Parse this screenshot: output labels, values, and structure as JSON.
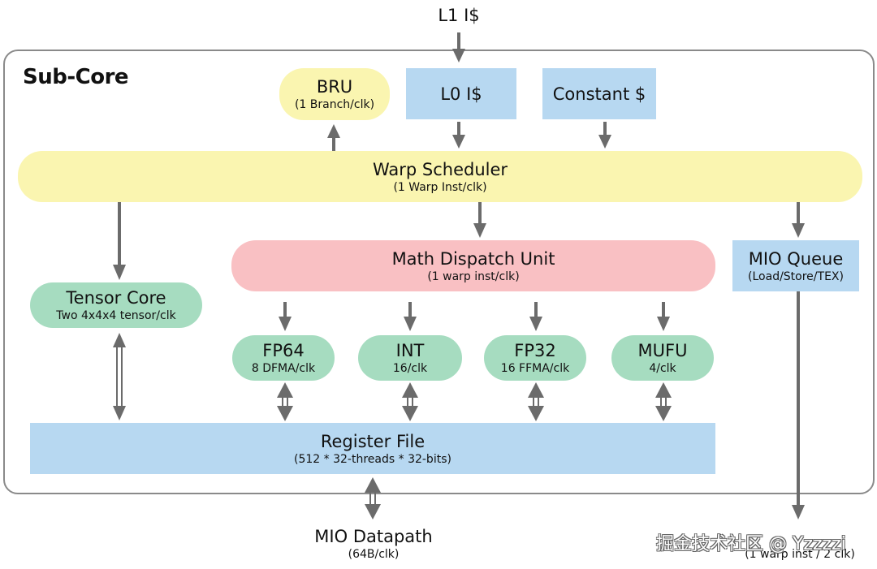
{
  "diagram": {
    "title": "Sub-Core",
    "external": {
      "top_input": {
        "label": "L1 I$"
      },
      "mio_datapath": {
        "label": "MIO Datapath",
        "sub": "(64B/clk)"
      },
      "mio_scheduler": {
        "label": "",
        "sub": "(1 warp inst / 2 clk)"
      }
    },
    "blocks": {
      "bru": {
        "label": "BRU",
        "sub": "(1 Branch/clk)",
        "color": "#faf5b0"
      },
      "l0_icache": {
        "label": "L0 I$",
        "color": "#b7d8f1"
      },
      "constant_cache": {
        "label": "Constant $",
        "color": "#b7d8f1"
      },
      "warp_scheduler": {
        "label": "Warp Scheduler",
        "sub": "(1 Warp Inst/clk)",
        "color": "#faf5b0"
      },
      "math_dispatch": {
        "label": "Math Dispatch Unit",
        "sub": "(1 warp inst/clk)",
        "color": "#f9c0c3"
      },
      "mio_queue": {
        "label": "MIO Queue",
        "sub": "(Load/Store/TEX)",
        "color": "#b7d8f1"
      },
      "tensor_core": {
        "label": "Tensor Core",
        "sub": "Two 4x4x4 tensor/clk",
        "color": "#a6dcc0"
      },
      "fp64": {
        "label": "FP64",
        "sub": "8 DFMA/clk",
        "color": "#a6dcc0"
      },
      "int": {
        "label": "INT",
        "sub": "16/clk",
        "color": "#a6dcc0"
      },
      "fp32": {
        "label": "FP32",
        "sub": "16 FFMA/clk",
        "color": "#a6dcc0"
      },
      "mufu": {
        "label": "MUFU",
        "sub": "4/clk",
        "color": "#a6dcc0"
      },
      "register_file": {
        "label": "Register File",
        "sub": "(512 * 32-threads * 32-bits)",
        "color": "#b7d8f1"
      }
    },
    "arrow_color": "#6b6b6b",
    "watermark": "掘金技术社区 @ Yzzzzi"
  }
}
